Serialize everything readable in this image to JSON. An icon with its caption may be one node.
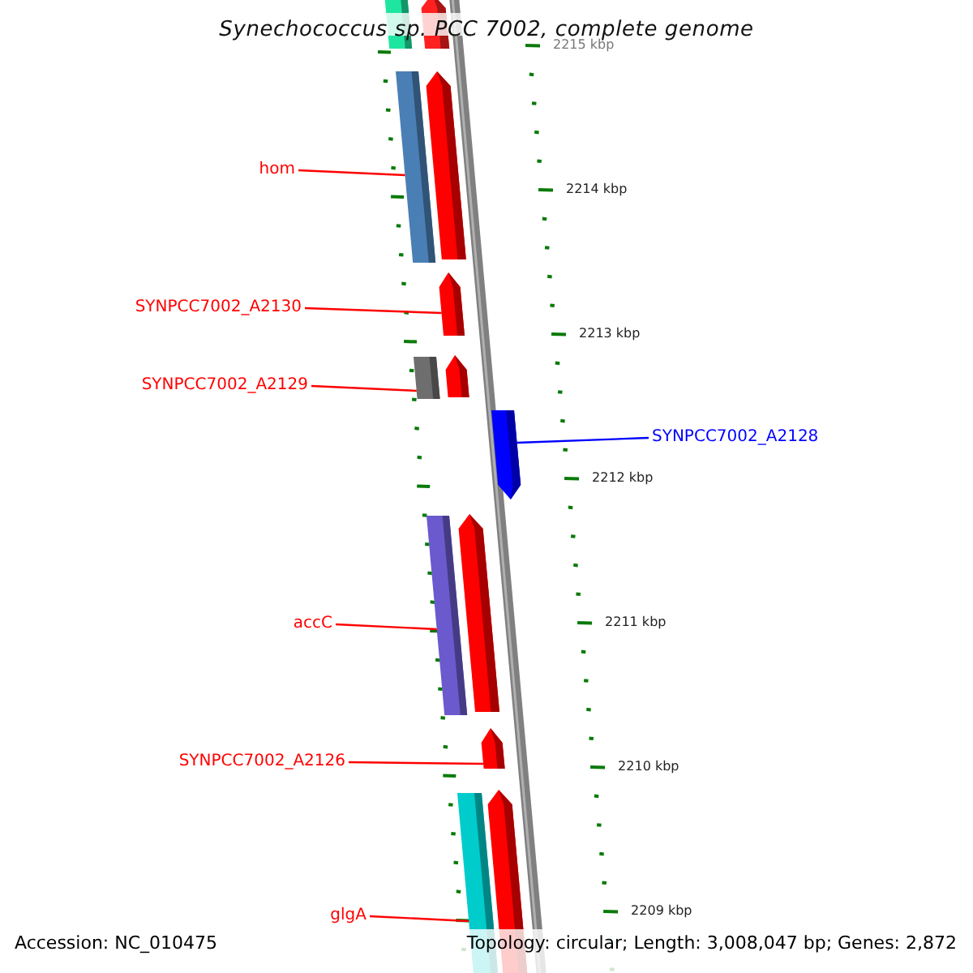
{
  "diagram": {
    "title": "Synechococcus sp. PCC 7002, complete genome",
    "nodes": [
      {
        "text": [],
        "shape": "bar"
      },
      {
        "text": [],
        "shape": "arrow"
      },
      {
        "text": [
          "hom"
        ]
      },
      {
        "text": [],
        "shape": "bar"
      },
      {
        "text": [],
        "shape": "arrow"
      },
      {
        "text": [
          "SYNPCC7002_A2130"
        ]
      },
      {
        "text": [],
        "shape": "arrow"
      },
      {
        "text": [
          "SYNPCC7002_A2129"
        ]
      },
      {
        "text": [],
        "shape": "bar"
      },
      {
        "text": [],
        "shape": "arrow"
      },
      {
        "text": [],
        "shape": "arrow"
      },
      {
        "text": [
          "SYNPCC7002_A2128"
        ]
      },
      {
        "text": [
          "accC"
        ]
      },
      {
        "text": [],
        "shape": "bar"
      },
      {
        "text": [],
        "shape": "arrow"
      },
      {
        "text": [
          "SYNPCC7002_A2126"
        ]
      },
      {
        "text": [],
        "shape": "arrow"
      },
      {
        "text": [
          "glgA"
        ]
      },
      {
        "text": [],
        "shape": "bar"
      },
      {
        "text": [],
        "shape": "arrow"
      }
    ],
    "edges": [
      {
        "from": 2,
        "to": 3,
        "arrow": "none"
      },
      {
        "from": 5,
        "to": 6,
        "arrow": "none"
      },
      {
        "from": 7,
        "to": 8,
        "arrow": "none"
      },
      {
        "from": 11,
        "to": 10,
        "arrow": "none",
        "color": "#0000ff"
      },
      {
        "from": 12,
        "to": 13,
        "arrow": "none"
      },
      {
        "from": 15,
        "to": 16,
        "arrow": "none"
      },
      {
        "from": 17,
        "to": 18,
        "arrow": "none"
      }
    ],
    "labels": [
      "2215 kbp",
      "2214 kbp",
      "2213 kbp",
      "2212 kbp",
      "2211 kbp",
      "2210 kbp",
      "2209 kbp",
      "Accession: NC_010475",
      "Topology: circular; Length: 3,008,047 bp; Genes: 2,872"
    ]
  }
}
